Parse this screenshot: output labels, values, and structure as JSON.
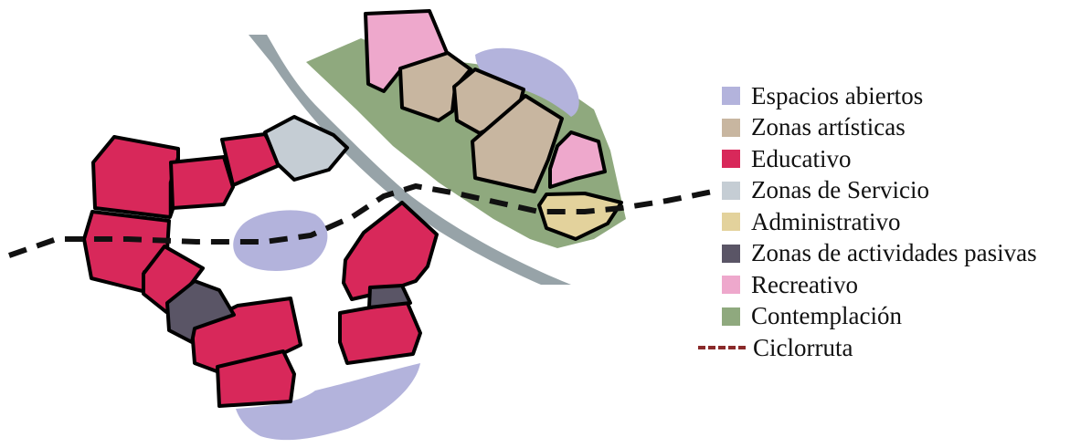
{
  "legend": {
    "items": [
      {
        "label": "Espacios abiertos",
        "color": "#b3b3dc",
        "kind": "swatch"
      },
      {
        "label": "Zonas artísticas",
        "color": "#c8b6a0",
        "kind": "swatch"
      },
      {
        "label": "Educativo",
        "color": "#d8285a",
        "kind": "swatch"
      },
      {
        "label": "Zonas de Servicio",
        "color": "#c5cdd4",
        "kind": "swatch"
      },
      {
        "label": "Administrativo",
        "color": "#e3d29c",
        "kind": "swatch"
      },
      {
        "label": "Zonas de actividades pasivas",
        "color": "#5a5566",
        "kind": "swatch"
      },
      {
        "label": "Recreativo",
        "color": "#eea8cc",
        "kind": "swatch"
      },
      {
        "label": "Contemplación",
        "color": "#8fa97e",
        "kind": "swatch"
      },
      {
        "label": "Ciclorruta",
        "color": "#8a2a2a",
        "kind": "dashed-line"
      }
    ]
  },
  "colors": {
    "open_space": "#b3b3dc",
    "artistic": "#c8b6a0",
    "educational": "#d8285a",
    "service": "#c5cdd4",
    "administrative": "#e3d29c",
    "passive": "#5a5566",
    "recreational": "#eea8cc",
    "contemplation": "#8fa97e",
    "road": "#97a3a8",
    "bike_path": "#111111"
  }
}
